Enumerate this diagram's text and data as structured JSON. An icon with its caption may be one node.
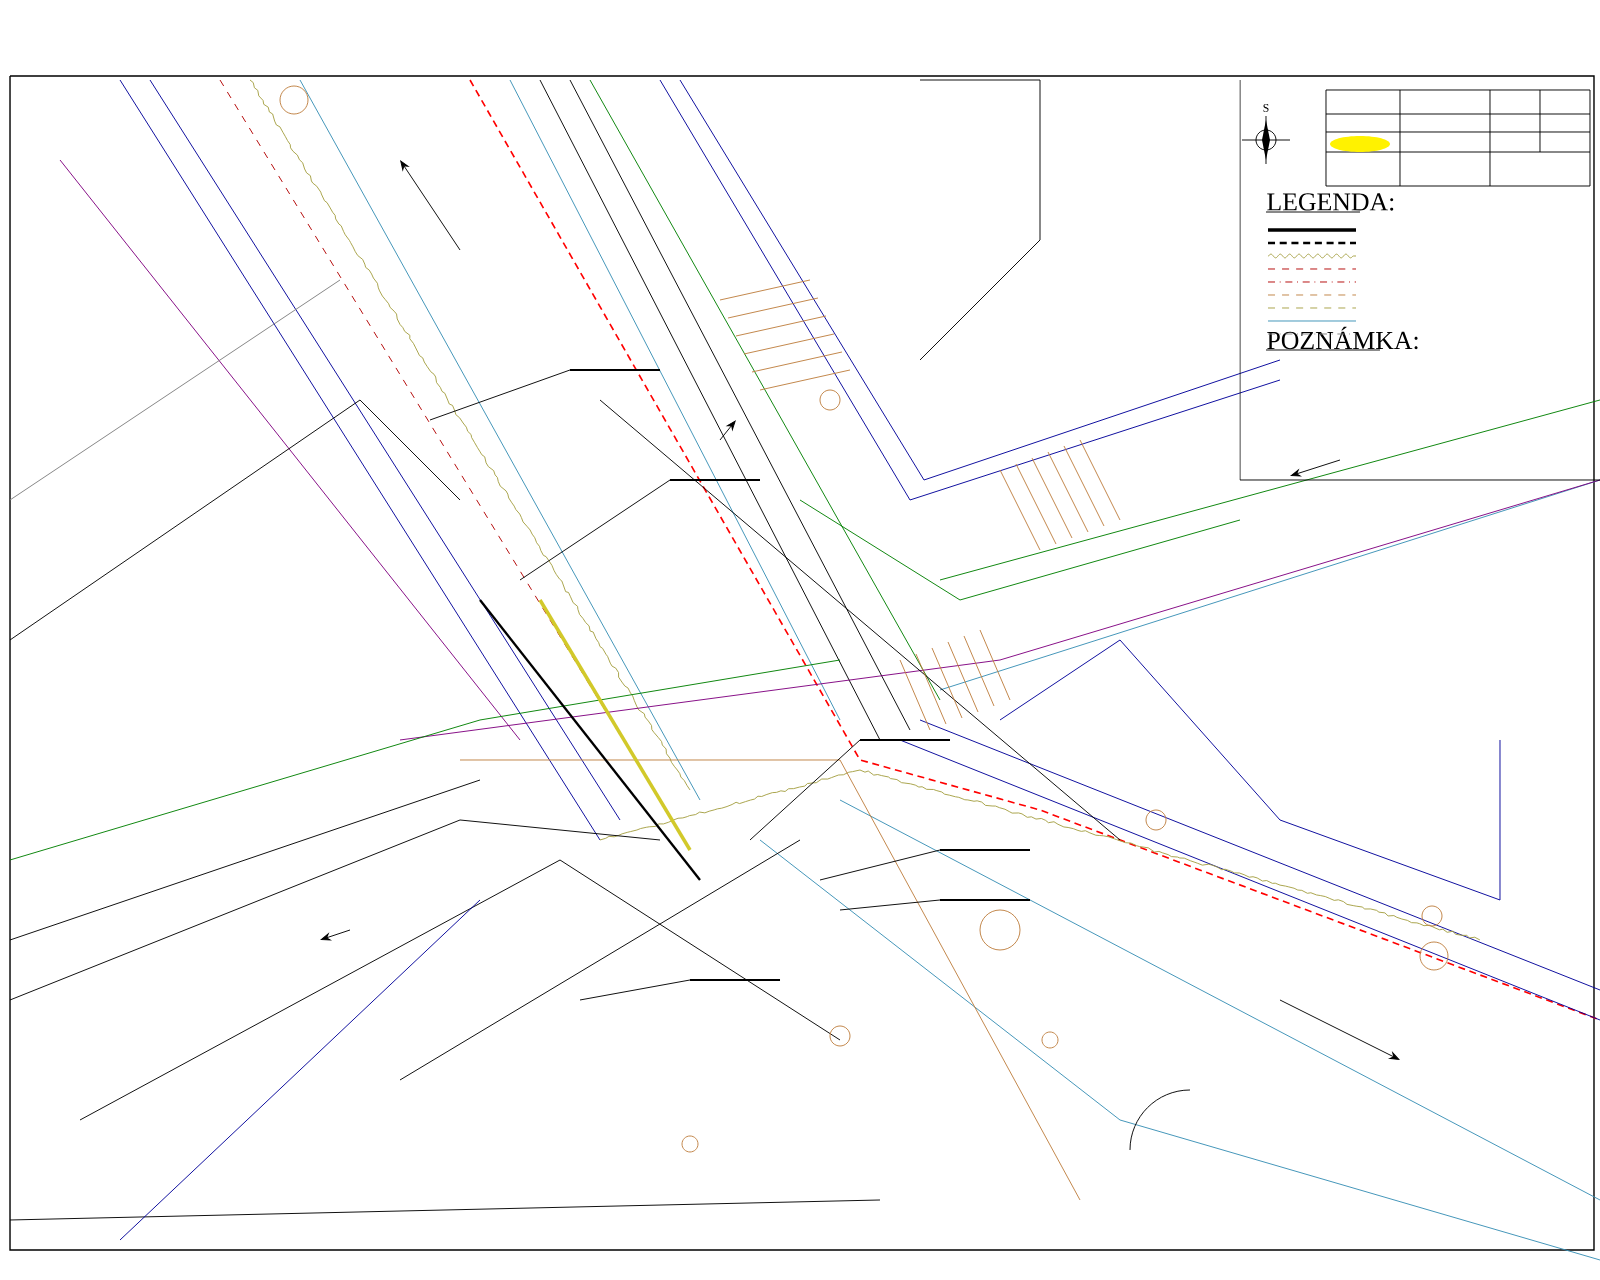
{
  "diagram": {
    "labels": [
      "S",
      "LEGENDA:",
      "POZNÁMKA:"
    ]
  }
}
